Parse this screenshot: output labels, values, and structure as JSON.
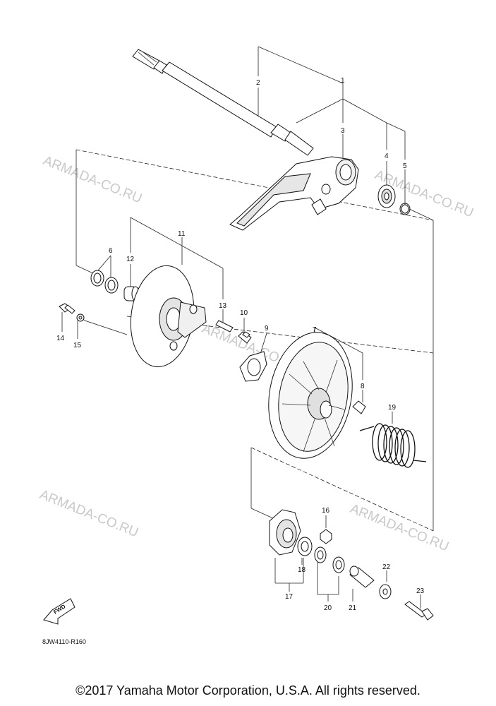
{
  "watermark": "ARMADA-CO.RU",
  "fwd_label": "FWD",
  "ref_code": "8JW4110-R160",
  "copyright": "©2017 Yamaha Motor Corporation, U.S.A. All rights reserved.",
  "callouts": [
    "1",
    "2",
    "3",
    "4",
    "5",
    "6",
    "7",
    "8",
    "9",
    "10",
    "11",
    "12",
    "13",
    "14",
    "15",
    "16",
    "17",
    "18",
    "19",
    "20",
    "21",
    "22",
    "23"
  ]
}
